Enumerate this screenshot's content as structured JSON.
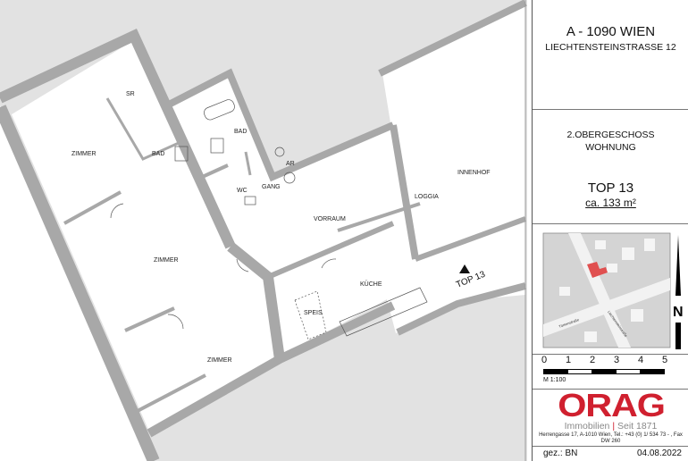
{
  "plan": {
    "rooms": {
      "sr": "SR",
      "bad1": "BAD",
      "bad2": "BAD",
      "zimmer1": "ZIMMER",
      "zimmer2": "ZIMMER",
      "zimmer3": "ZIMMER",
      "wc": "WC",
      "gang": "GANG",
      "ar": "AR",
      "vorraum": "VORRAUM",
      "loggia": "LOGGIA",
      "innenhof": "INNENHOF",
      "kueche": "KÜCHE",
      "speis": "SPEIS"
    },
    "entrance_label": "TOP 13",
    "colors": {
      "wall": "#a8a8a8",
      "outside": "#e2e2e2",
      "interior": "#ffffff"
    }
  },
  "title_block": {
    "city": "A - 1090 WIEN",
    "street": "LIECHTENSTEINSTRASSE 12",
    "floor": "2.OBERGESCHOSS",
    "type": "WOHNUNG",
    "unit": "TOP 13",
    "area": "ca. 133 m²",
    "map": {
      "street1": "Türkenstraße",
      "street2": "Liechtensteinstraße",
      "north": "N",
      "highlight_color": "#e05050"
    },
    "scale": {
      "ticks": [
        "0",
        "1",
        "2",
        "3",
        "4",
        "5"
      ],
      "label": "M 1:100"
    },
    "logo": {
      "name": "ORAG",
      "tagline_1": "Immobilien",
      "tagline_sep": "|",
      "tagline_2": "Seit 1871",
      "color": "#d0202f"
    },
    "address": "Herrengasse 17, A-1010 Wien, Tel.: +43 (0) 1/ 534 73 - , Fax DW 260",
    "drawn_by": "gez.: BN",
    "date": "04.08.2022"
  }
}
